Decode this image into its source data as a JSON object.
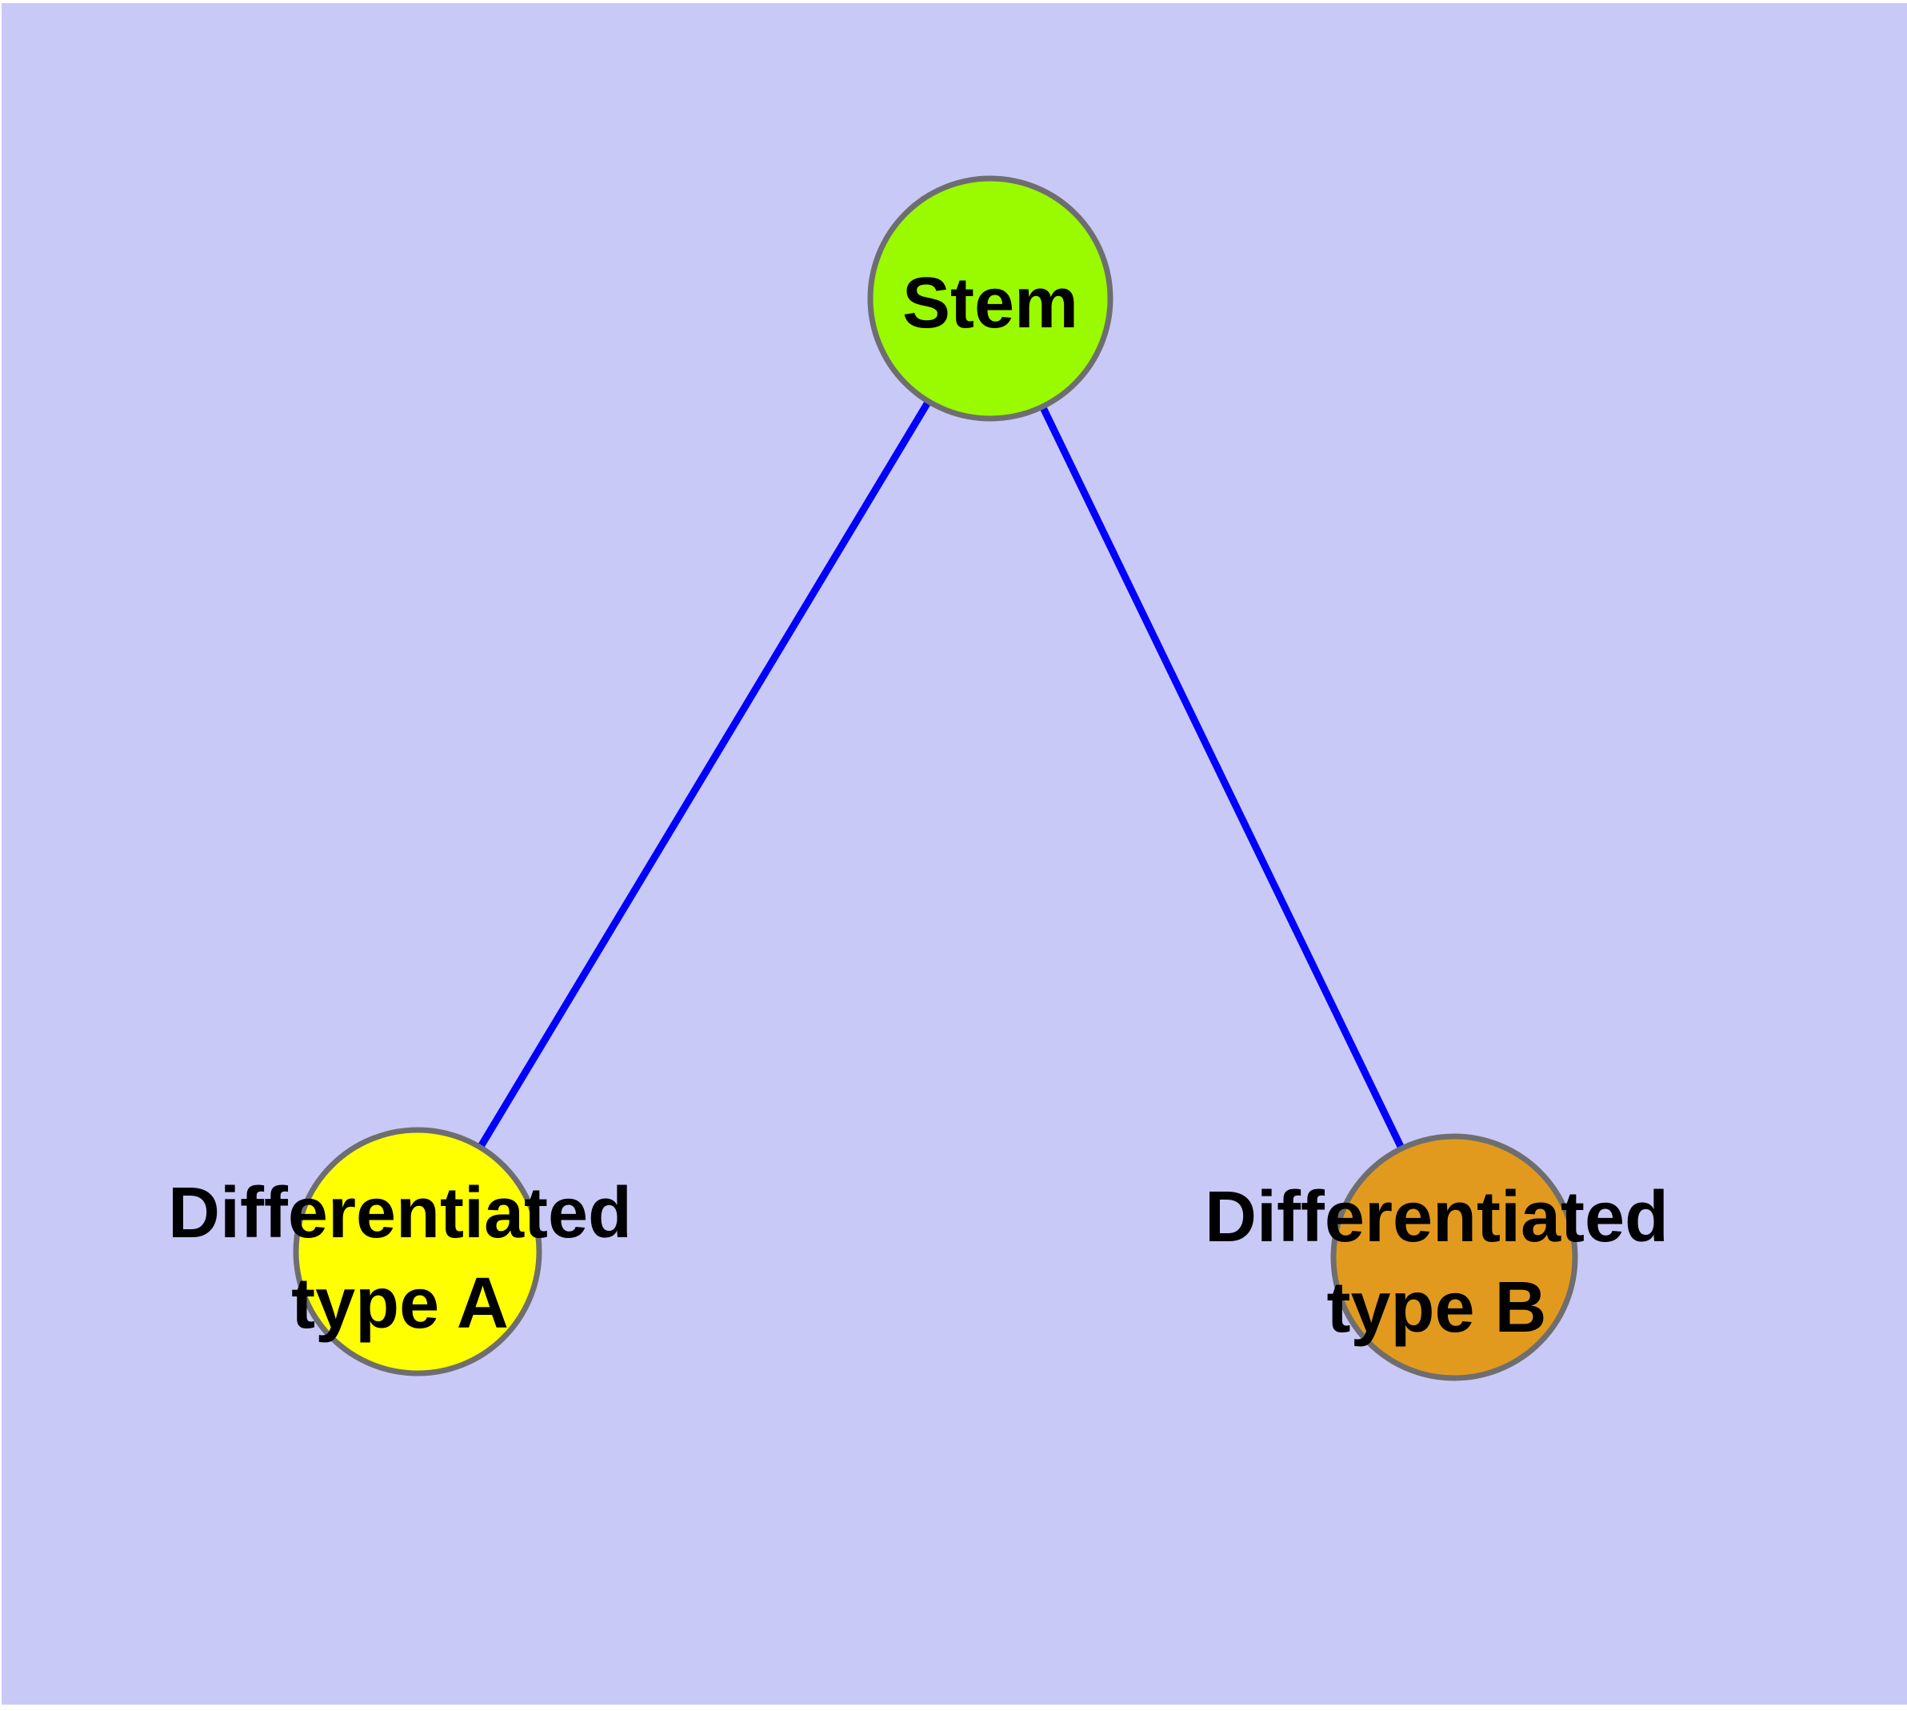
{
  "diagram": {
    "type": "node-link-graph",
    "title": "Stem cell differentiation diagram",
    "background_color": "#C9C9F8",
    "page_margin_color": "#FFFFFF",
    "edge_color": "#0000FF",
    "node_border_color": "#6E6E70",
    "text_color": "#000000",
    "nodes": {
      "stem": {
        "label": "Stem",
        "fill": "#9AFA00"
      },
      "type_a": {
        "label": "Differentiated type A",
        "label_line1": "Differentiated",
        "label_line2": "type A",
        "fill": "#FFFF00"
      },
      "type_b": {
        "label": "Differentiated type B",
        "label_line1": "Differentiated",
        "label_line2": "type B",
        "fill": "#E29A1E"
      }
    },
    "edges": [
      {
        "from": "Stem",
        "to": "Differentiated type A"
      },
      {
        "from": "Stem",
        "to": "Differentiated type B"
      }
    ]
  }
}
